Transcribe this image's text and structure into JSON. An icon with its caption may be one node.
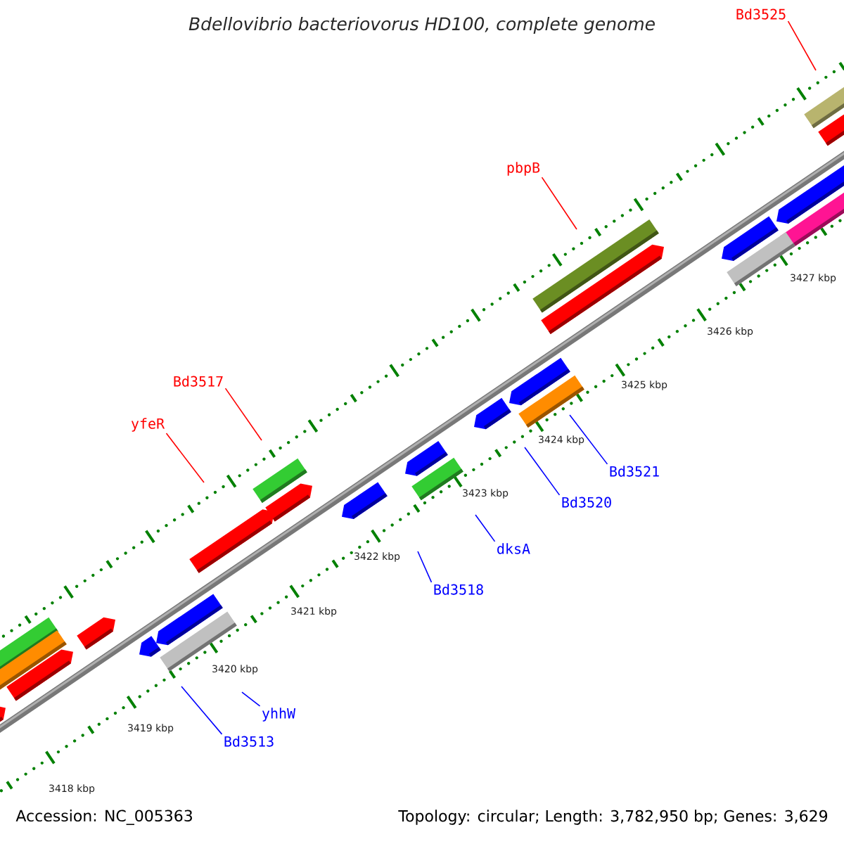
{
  "diagram": {
    "title": "*Bdellovibrio bacteriovorus* HD100, complete genome",
    "nodes": [
      {
        "text": [
          "Bd3525"
        ]
      },
      {
        "text": [
          "pbpB"
        ]
      },
      {
        "text": [
          "Bd3517"
        ]
      },
      {
        "text": [
          "yfeR"
        ]
      },
      {
        "text": [
          "Bd3521"
        ]
      },
      {
        "text": [
          "Bd3520"
        ]
      },
      {
        "text": [
          "dksA"
        ]
      },
      {
        "text": [
          "Bd3518"
        ]
      },
      {
        "text": [
          "yhhW"
        ]
      },
      {
        "text": [
          "Bd3513"
        ]
      }
    ],
    "edges": [
      {
        "from": 0,
        "to": null,
        "arrow": "none",
        "color": "#ff0000"
      },
      {
        "from": 1,
        "to": null,
        "arrow": "none",
        "color": "#ff0000"
      },
      {
        "from": 2,
        "to": null,
        "arrow": "none",
        "color": "#ff0000"
      },
      {
        "from": 3,
        "to": null,
        "arrow": "none",
        "color": "#ff0000"
      },
      {
        "from": 4,
        "to": null,
        "arrow": "none"
      },
      {
        "from": 5,
        "to": null,
        "arrow": "none"
      },
      {
        "from": 6,
        "to": null,
        "arrow": "none"
      },
      {
        "from": 7,
        "to": null,
        "arrow": "none"
      },
      {
        "from": 8,
        "to": null,
        "arrow": "none"
      },
      {
        "from": 9,
        "to": null,
        "arrow": "none"
      }
    ],
    "labels": [
      "3427 kbp",
      "3426 kbp",
      "3425 kbp",
      "3424 kbp",
      "3423 kbp",
      "3422 kbp",
      "3421 kbp",
      "3420 kbp",
      "3419 kbp",
      "3418 kbp",
      "Accession: NC_005363",
      "Topology: circular; Length: 3,782,950 bp; Genes: 3,629"
    ]
  }
}
